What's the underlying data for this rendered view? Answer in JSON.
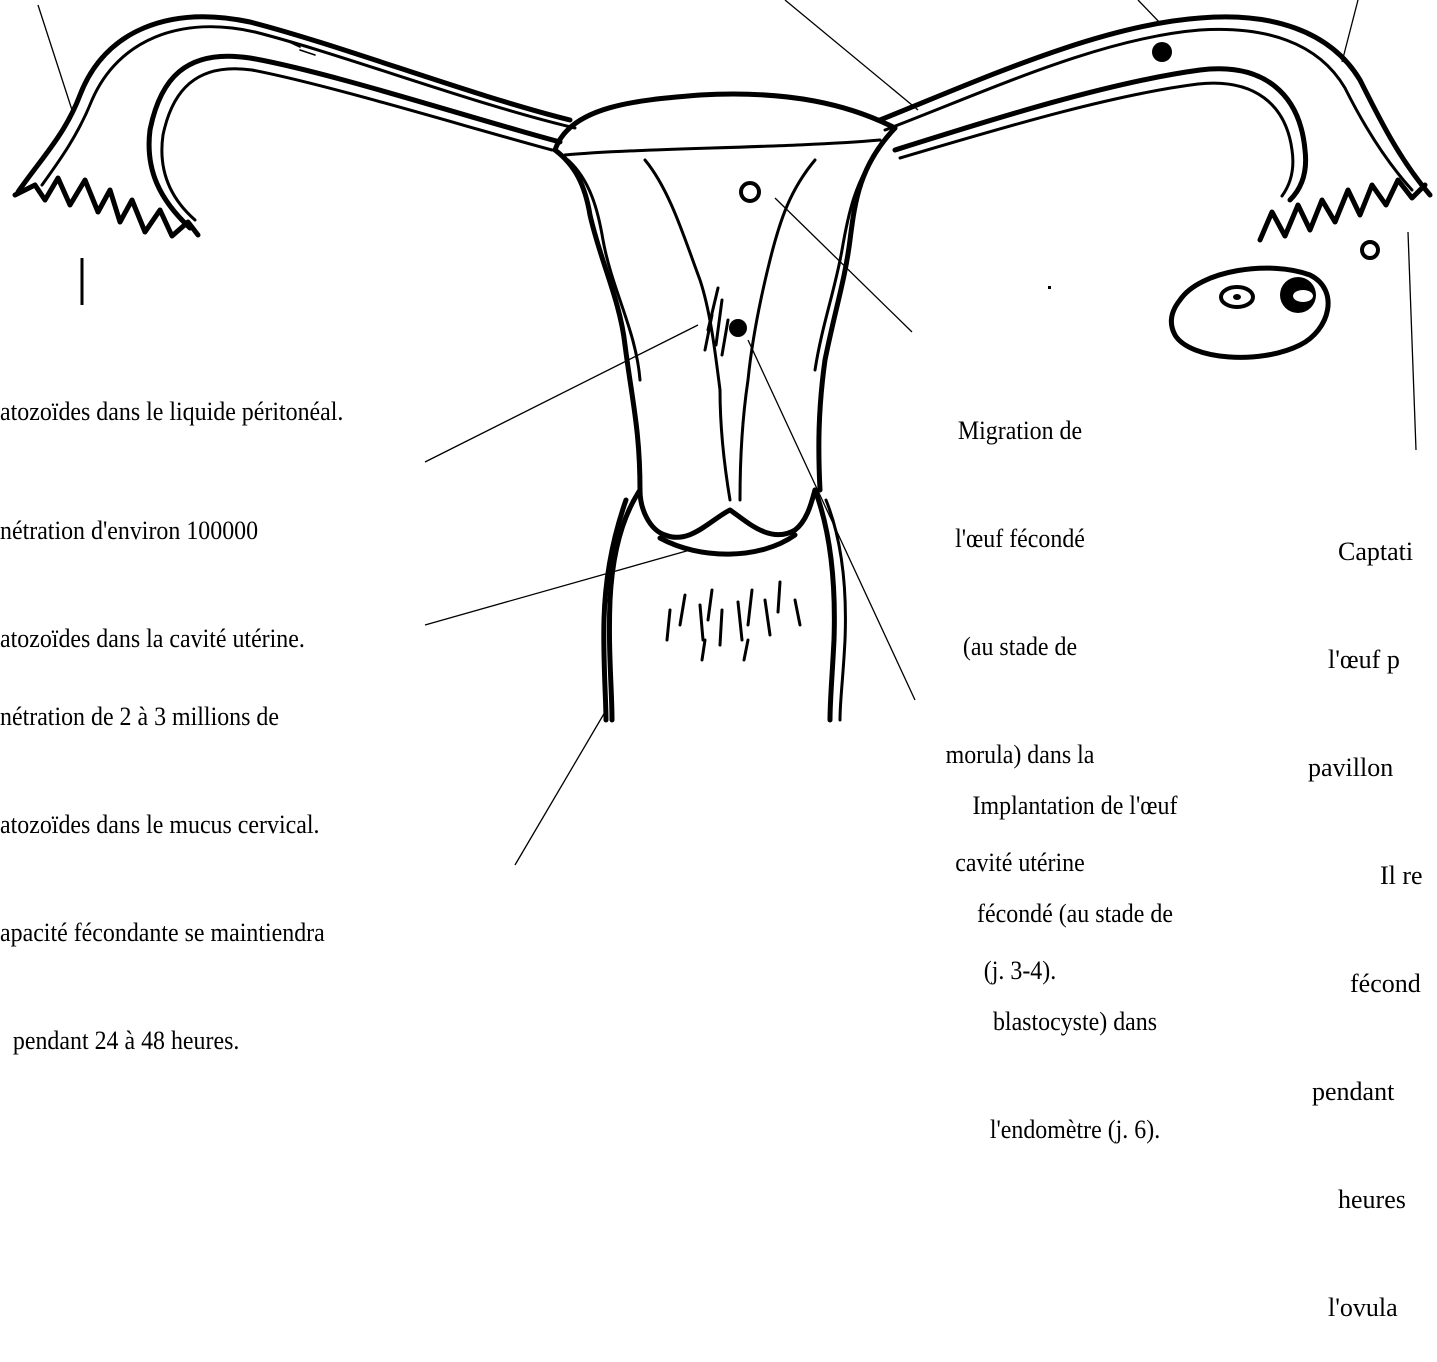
{
  "labels": {
    "peritoneal": [
      "atozoïdes dans le liquide péritonéal."
    ],
    "uterine_cavity": [
      "nétration d'environ 100000",
      "atozoïdes dans la cavité utérine."
    ],
    "cervical": [
      "nétration de 2 à 3 millions de",
      "atozoïdes dans le mucus cervical.",
      "apacité fécondante se maintiendra",
      "pendant 24 à 48 heures."
    ],
    "migration": [
      "Migration de",
      "l'œuf fécondé",
      "(au stade de",
      "morula) dans la",
      "cavité utérine",
      "(j. 3-4)."
    ],
    "implantation": [
      "Implantation de l'œuf",
      "fécondé (au stade de",
      "blastocyste) dans",
      "l'endomètre (j. 6)."
    ],
    "capture": [
      "Captati",
      "l'œuf p",
      "pavillon",
      "Il re",
      "fécond",
      "pendant",
      "heures",
      "l'ovula"
    ]
  }
}
